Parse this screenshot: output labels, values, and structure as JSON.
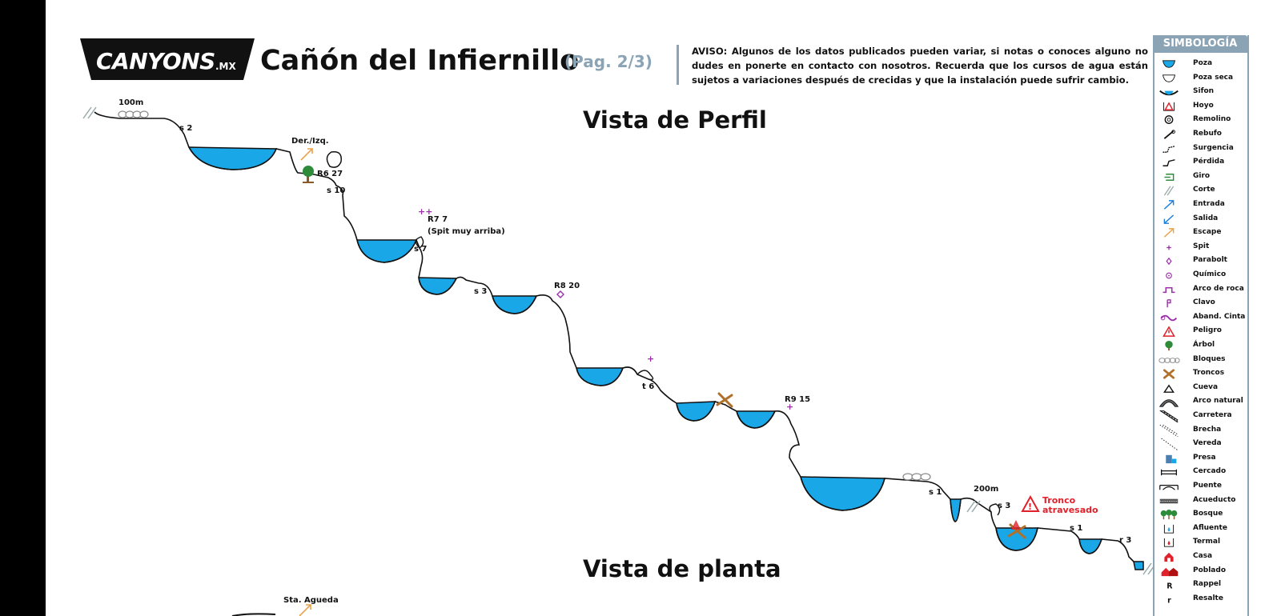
{
  "brand": {
    "logo_text": "CANYONS",
    "logo_suffix": ".MX"
  },
  "header": {
    "title": "Cañón del Infiernillo",
    "page_label": "(Pag. 2/3)",
    "notice": "AVISO: Algunos de los datos publicados pueden variar, si notas o conoces alguno no dudes en ponerte  en contacto con nosotros. Recuerda que los cursos de agua están sujetos a variaciones después de crecidas y que la instalación puede sufrir cambio."
  },
  "sections": {
    "profile": "Vista de Perfil",
    "plan": "Vista de planta"
  },
  "profile_labels": {
    "dist1": "100m",
    "s2": "s 2",
    "escape": "Der./Izq.",
    "r6": "R6 27",
    "s10": "s 10",
    "r7": "R7 7",
    "r7_note": "(Spit muy arriba)",
    "s7": "s 7",
    "s3a": "s 3",
    "r8": "R8 20",
    "t6": "t 6",
    "r9": "R9 15",
    "s1a": "s 1",
    "dist2": "200m",
    "s3b": "s 3",
    "danger_line1": "Tronco",
    "danger_line2": "atravesado",
    "s1b": "s 1",
    "r3": "r 3"
  },
  "plan_labels": {
    "sta_agueda": "Sta. Agueda"
  },
  "colors": {
    "water": "#1aa7e8",
    "accent": "#8aa3b5",
    "danger": "#e0202a",
    "spit": "#9b2fa8"
  },
  "legend": {
    "title": "SIMBOLOGÍA",
    "items": [
      {
        "label": "Poza",
        "icon": "pool-icon"
      },
      {
        "label": "Poza seca",
        "icon": "dry-pool-icon"
      },
      {
        "label": "Sifon",
        "icon": "siphon-icon"
      },
      {
        "label": "Hoyo",
        "icon": "hole-icon"
      },
      {
        "label": "Remolino",
        "icon": "whirlpool-icon"
      },
      {
        "label": "Rebufo",
        "icon": "backwash-icon"
      },
      {
        "label": "Surgencia",
        "icon": "spring-icon"
      },
      {
        "label": "Pérdida",
        "icon": "sink-icon"
      },
      {
        "label": "Giro",
        "icon": "turn-icon"
      },
      {
        "label": "Corte",
        "icon": "cut-icon"
      },
      {
        "label": "Entrada",
        "icon": "entry-icon"
      },
      {
        "label": "Salida",
        "icon": "exit-icon"
      },
      {
        "label": "Escape",
        "icon": "escape-icon"
      },
      {
        "label": "Spit",
        "icon": "spit-icon"
      },
      {
        "label": "Parabolt",
        "icon": "parabolt-icon"
      },
      {
        "label": "Químico",
        "icon": "chemical-anchor-icon"
      },
      {
        "label": "Arco de roca",
        "icon": "rock-arch-icon"
      },
      {
        "label": "Clavo",
        "icon": "piton-icon"
      },
      {
        "label": "Aband. Cinta",
        "icon": "sling-icon"
      },
      {
        "label": "Peligro",
        "icon": "danger-icon"
      },
      {
        "label": "Árbol",
        "icon": "tree-icon"
      },
      {
        "label": "Bloques",
        "icon": "boulders-icon"
      },
      {
        "label": "Troncos",
        "icon": "logs-icon"
      },
      {
        "label": "Cueva",
        "icon": "cave-icon"
      },
      {
        "label": "Arco natural",
        "icon": "natural-arch-icon"
      },
      {
        "label": "Carretera",
        "icon": "road-icon"
      },
      {
        "label": "Brecha",
        "icon": "dirt-road-icon"
      },
      {
        "label": "Vereda",
        "icon": "trail-icon"
      },
      {
        "label": "Presa",
        "icon": "dam-icon"
      },
      {
        "label": "Cercado",
        "icon": "fence-icon"
      },
      {
        "label": "Puente",
        "icon": "bridge-icon"
      },
      {
        "label": "Acueducto",
        "icon": "aqueduct-icon"
      },
      {
        "label": "Bosque",
        "icon": "forest-icon"
      },
      {
        "label": "Afluente",
        "icon": "tributary-icon"
      },
      {
        "label": "Termal",
        "icon": "thermal-icon"
      },
      {
        "label": "Casa",
        "icon": "house-icon"
      },
      {
        "label": "Poblado",
        "icon": "village-icon"
      },
      {
        "label": "Rappel",
        "icon": "rappel-icon"
      },
      {
        "label": "Resalte",
        "icon": "step-icon"
      }
    ]
  }
}
